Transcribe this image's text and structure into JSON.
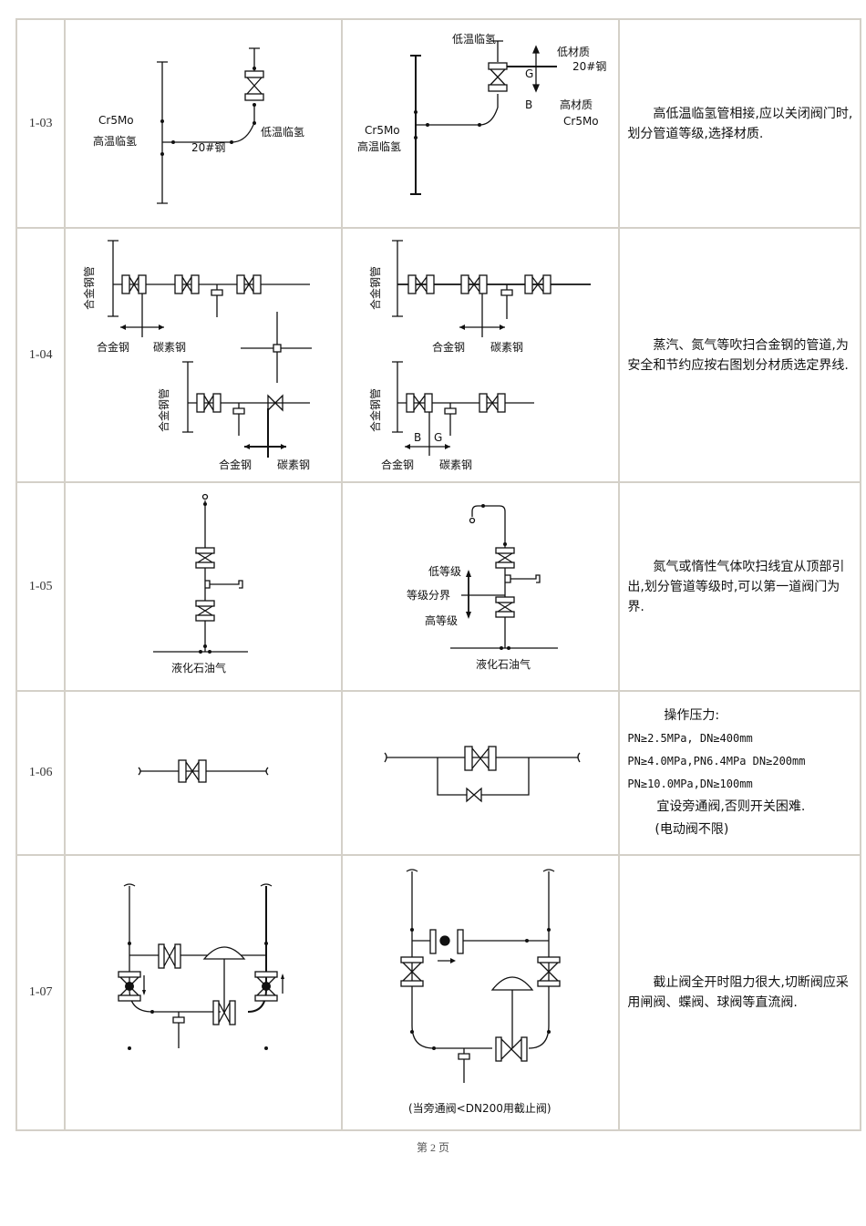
{
  "rows": [
    {
      "code": "1-03",
      "left": {
        "material_label": "Cr5Mo",
        "main_label": "高温临氢",
        "branch_label": "20#钢",
        "branch_end_label": "低温临氢"
      },
      "right": {
        "top_label": "低温临氢",
        "low_label": "低材质",
        "low_material": "20#钢",
        "high_label": "高材质",
        "high_material": "Cr5Mo",
        "g_marker": "G",
        "b_marker": "B",
        "material_label": "Cr5Mo",
        "main_label": "高温临氢"
      },
      "description": [
        "高低温临氢管相接,应以关闭阀门时,划分管道等级,选择材质."
      ]
    },
    {
      "code": "1-04",
      "left": {
        "vertical_label": "合金钢管",
        "alloy": "合金钢",
        "carbon": "碳素钢"
      },
      "right": {
        "vertical_label": "合金钢管",
        "alloy": "合金钢",
        "carbon": "碳素钢",
        "b_marker": "B",
        "g_marker": "G"
      },
      "description": [
        "蒸汽、氮气等吹扫合金钢的管道,为安全和节约应按右图划分材质选定界线."
      ]
    },
    {
      "code": "1-05",
      "left": {
        "header_label": "液化石油气"
      },
      "right": {
        "low_grade": "低等级",
        "boundary": "等级分界",
        "high_grade": "高等级",
        "header_label": "液化石油气"
      },
      "description": [
        "氮气或惰性气体吹扫线宜从顶部引出,划分管道等级时,可以第一道阀门为界."
      ]
    },
    {
      "code": "1-06",
      "description_title": "操作压力:",
      "conditions": [
        "PN≥2.5MPa, DN≥400mm",
        "PN≥4.0MPa,PN6.4MPa  DN≥200mm",
        "PN≥10.0MPa,DN≥100mm"
      ],
      "description_note": "宜设旁通阀,否则开关困难.",
      "description_note2": "(电动阀不限)"
    },
    {
      "code": "1-07",
      "right": {
        "caption": "(当旁通阀<DN200用截止阀)"
      },
      "description": [
        "截止阀全开时阻力很大,切断阀应采用闸阀、蝶阀、球阀等直流阀."
      ]
    }
  ],
  "footer": {
    "page_label": "第 2 页"
  }
}
